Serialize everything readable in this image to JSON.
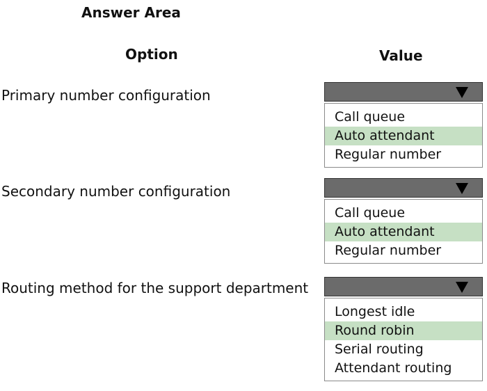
{
  "answer_area": {
    "title": "Answer Area",
    "option_header": "Option",
    "value_header": "Value"
  },
  "rows": [
    {
      "label": "Primary number configuration",
      "options": [
        "Call queue",
        "Auto attendant",
        "Regular number"
      ],
      "selected": "Auto attendant"
    },
    {
      "label": "Secondary number configuration",
      "options": [
        "Call queue",
        "Auto attendant",
        "Regular number"
      ],
      "selected": "Auto attendant"
    },
    {
      "label": "Routing method for the support department",
      "options": [
        "Longest idle",
        "Round robin",
        "Serial routing",
        "Attendant routing"
      ],
      "selected": "Round robin"
    }
  ],
  "colors": {
    "selected_highlight": "#c6e0c4",
    "dropdown_header": "#6b6b6b"
  },
  "icons": {
    "dropdown_arrow": "triangle-down-icon"
  }
}
